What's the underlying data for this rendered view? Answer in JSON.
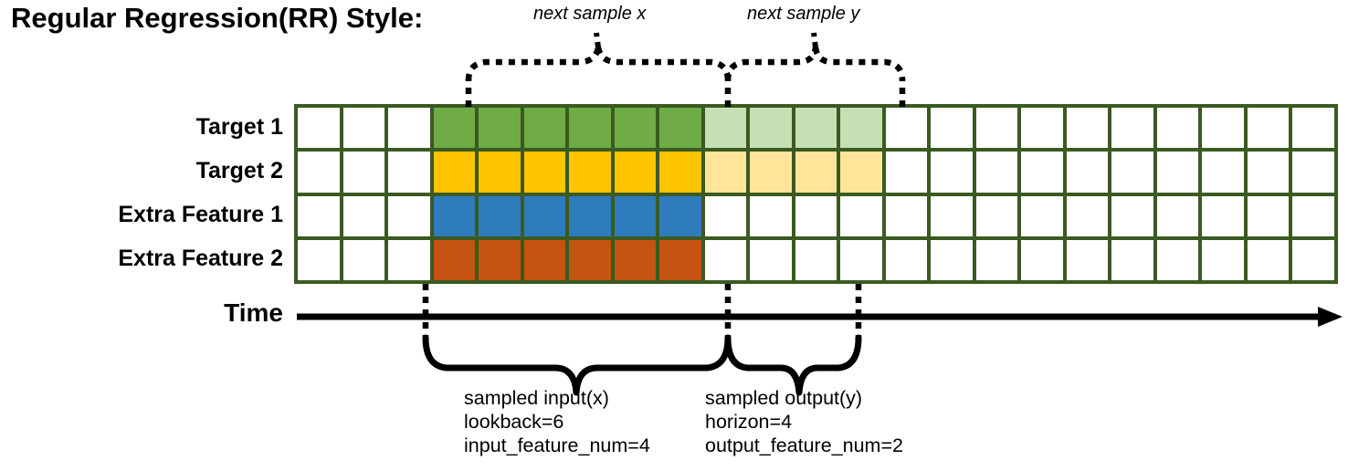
{
  "title": "Regular Regression(RR) Style:",
  "row_labels": [
    "Target 1",
    "Target 2",
    "Extra Feature 1",
    "Extra Feature 2"
  ],
  "time_axis": {
    "label": "Time",
    "arrow": "right-arrow"
  },
  "top_annotations": {
    "next_sample_x": "next sample x",
    "next_sample_y": "next sample y"
  },
  "bottom_annotations": {
    "input": {
      "line1": "sampled input(x)",
      "line2": "lookback=6",
      "line3": "input_feature_num=4"
    },
    "output": {
      "line1": "sampled output(y)",
      "line2": "horizon=4",
      "line3": "output_feature_num=2"
    }
  },
  "colors": {
    "grid_border": "#3A5A21",
    "green": "#6FAC46",
    "green_light": "#C5E0B4",
    "yellow": "#FDC400",
    "yellow_light": "#FFE49A",
    "blue": "#2F7CBC",
    "orange": "#C55311",
    "empty": "#FFFFFF",
    "ink": "#000000"
  },
  "grid": {
    "total_columns": 23,
    "rows": [
      {
        "name": "Target 1",
        "cells": [
          "empty",
          "empty",
          "empty",
          "green",
          "green",
          "green",
          "green",
          "green",
          "green",
          "green-light",
          "green-light",
          "green-light",
          "green-light",
          "empty",
          "empty",
          "empty",
          "empty",
          "empty",
          "empty",
          "empty",
          "empty",
          "empty",
          "empty"
        ]
      },
      {
        "name": "Target 2",
        "cells": [
          "empty",
          "empty",
          "empty",
          "yellow",
          "yellow",
          "yellow",
          "yellow",
          "yellow",
          "yellow",
          "yellow-light",
          "yellow-light",
          "yellow-light",
          "yellow-light",
          "empty",
          "empty",
          "empty",
          "empty",
          "empty",
          "empty",
          "empty",
          "empty",
          "empty",
          "empty"
        ]
      },
      {
        "name": "Extra Feature 1",
        "cells": [
          "empty",
          "empty",
          "empty",
          "blue",
          "blue",
          "blue",
          "blue",
          "blue",
          "blue",
          "empty",
          "empty",
          "empty",
          "empty",
          "empty",
          "empty",
          "empty",
          "empty",
          "empty",
          "empty",
          "empty",
          "empty",
          "empty",
          "empty"
        ]
      },
      {
        "name": "Extra Feature 2",
        "cells": [
          "empty",
          "empty",
          "empty",
          "orange",
          "orange",
          "orange",
          "orange",
          "orange",
          "orange",
          "empty",
          "empty",
          "empty",
          "empty",
          "empty",
          "empty",
          "empty",
          "empty",
          "empty",
          "empty",
          "empty",
          "empty",
          "empty",
          "empty"
        ]
      }
    ]
  }
}
